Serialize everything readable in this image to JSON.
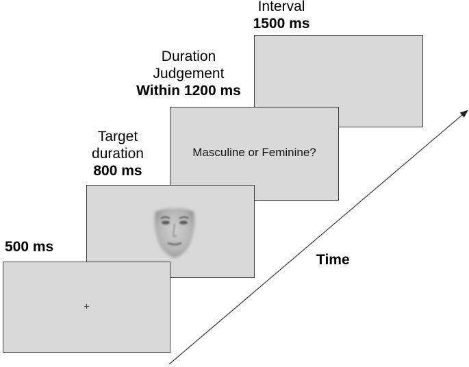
{
  "stages": [
    {
      "label_lines": [],
      "duration": "500 ms",
      "content": "+"
    },
    {
      "label_lines": [
        "Target",
        "duration"
      ],
      "duration": "800 ms",
      "content_icon": "blurred-face-image"
    },
    {
      "label_lines": [
        "Duration",
        "Judgement"
      ],
      "duration": "Within 1200 ms",
      "content": "Masculine or Feminine?"
    },
    {
      "label_lines": [
        "Interval"
      ],
      "duration": "1500 ms",
      "content": ""
    }
  ],
  "time_axis": {
    "label": "Time",
    "icon": "arrow-icon"
  },
  "colors": {
    "screen_fill": "#d9d9d9",
    "screen_border": "#3a3a3a",
    "text": "#000000"
  }
}
